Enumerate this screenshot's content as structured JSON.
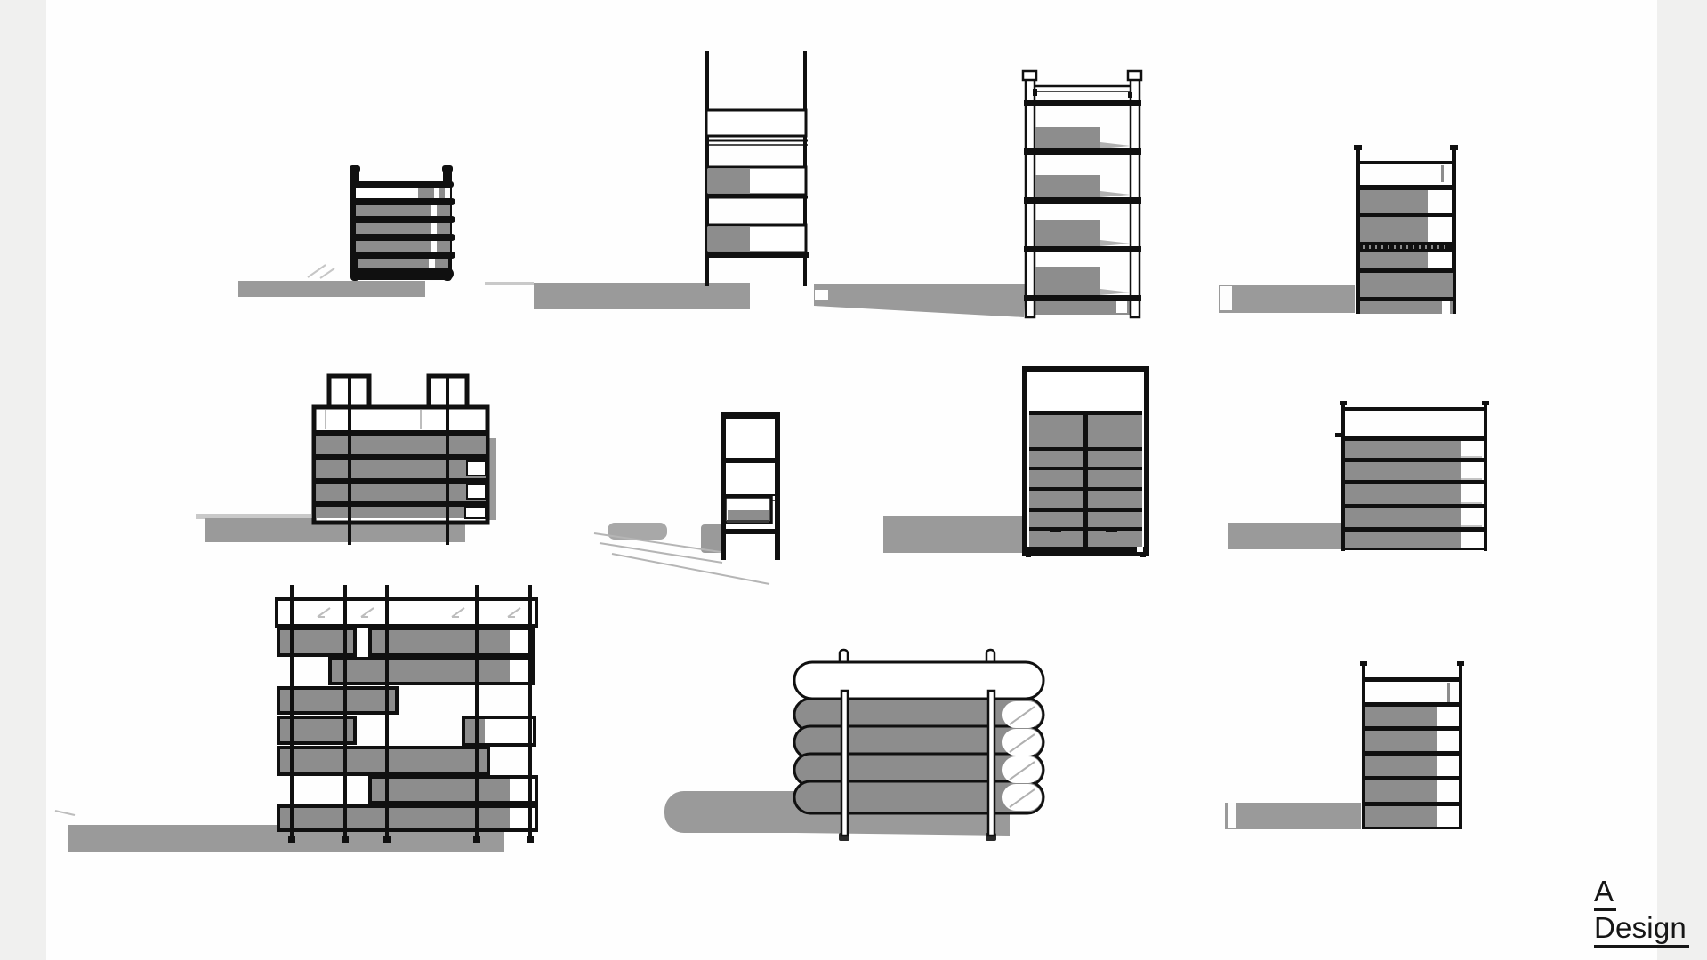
{
  "page": {
    "background": "#fefefe",
    "margin_strip_color": "#f0f0ef",
    "ink_color": "#101010",
    "sketch_fill_gray": "#8d8d8d",
    "shadow_gray": "#9a9a9a"
  },
  "logo": {
    "line1": "A",
    "line2": "Design"
  },
  "sketches": [
    {
      "name": "stacked-pill-shelf"
    },
    {
      "name": "tall-wall-mounted-shelf"
    },
    {
      "name": "tall-ladder-shelf"
    },
    {
      "name": "double-post-shelf-with-rail"
    },
    {
      "name": "low-shelf-with-top-frames"
    },
    {
      "name": "narrow-valet-frame"
    },
    {
      "name": "drawer-cabinet"
    },
    {
      "name": "wide-five-tier-shelf"
    },
    {
      "name": "staggered-box-shelf"
    },
    {
      "name": "rounded-tier-shelf"
    },
    {
      "name": "five-tier-post-shelf"
    }
  ]
}
